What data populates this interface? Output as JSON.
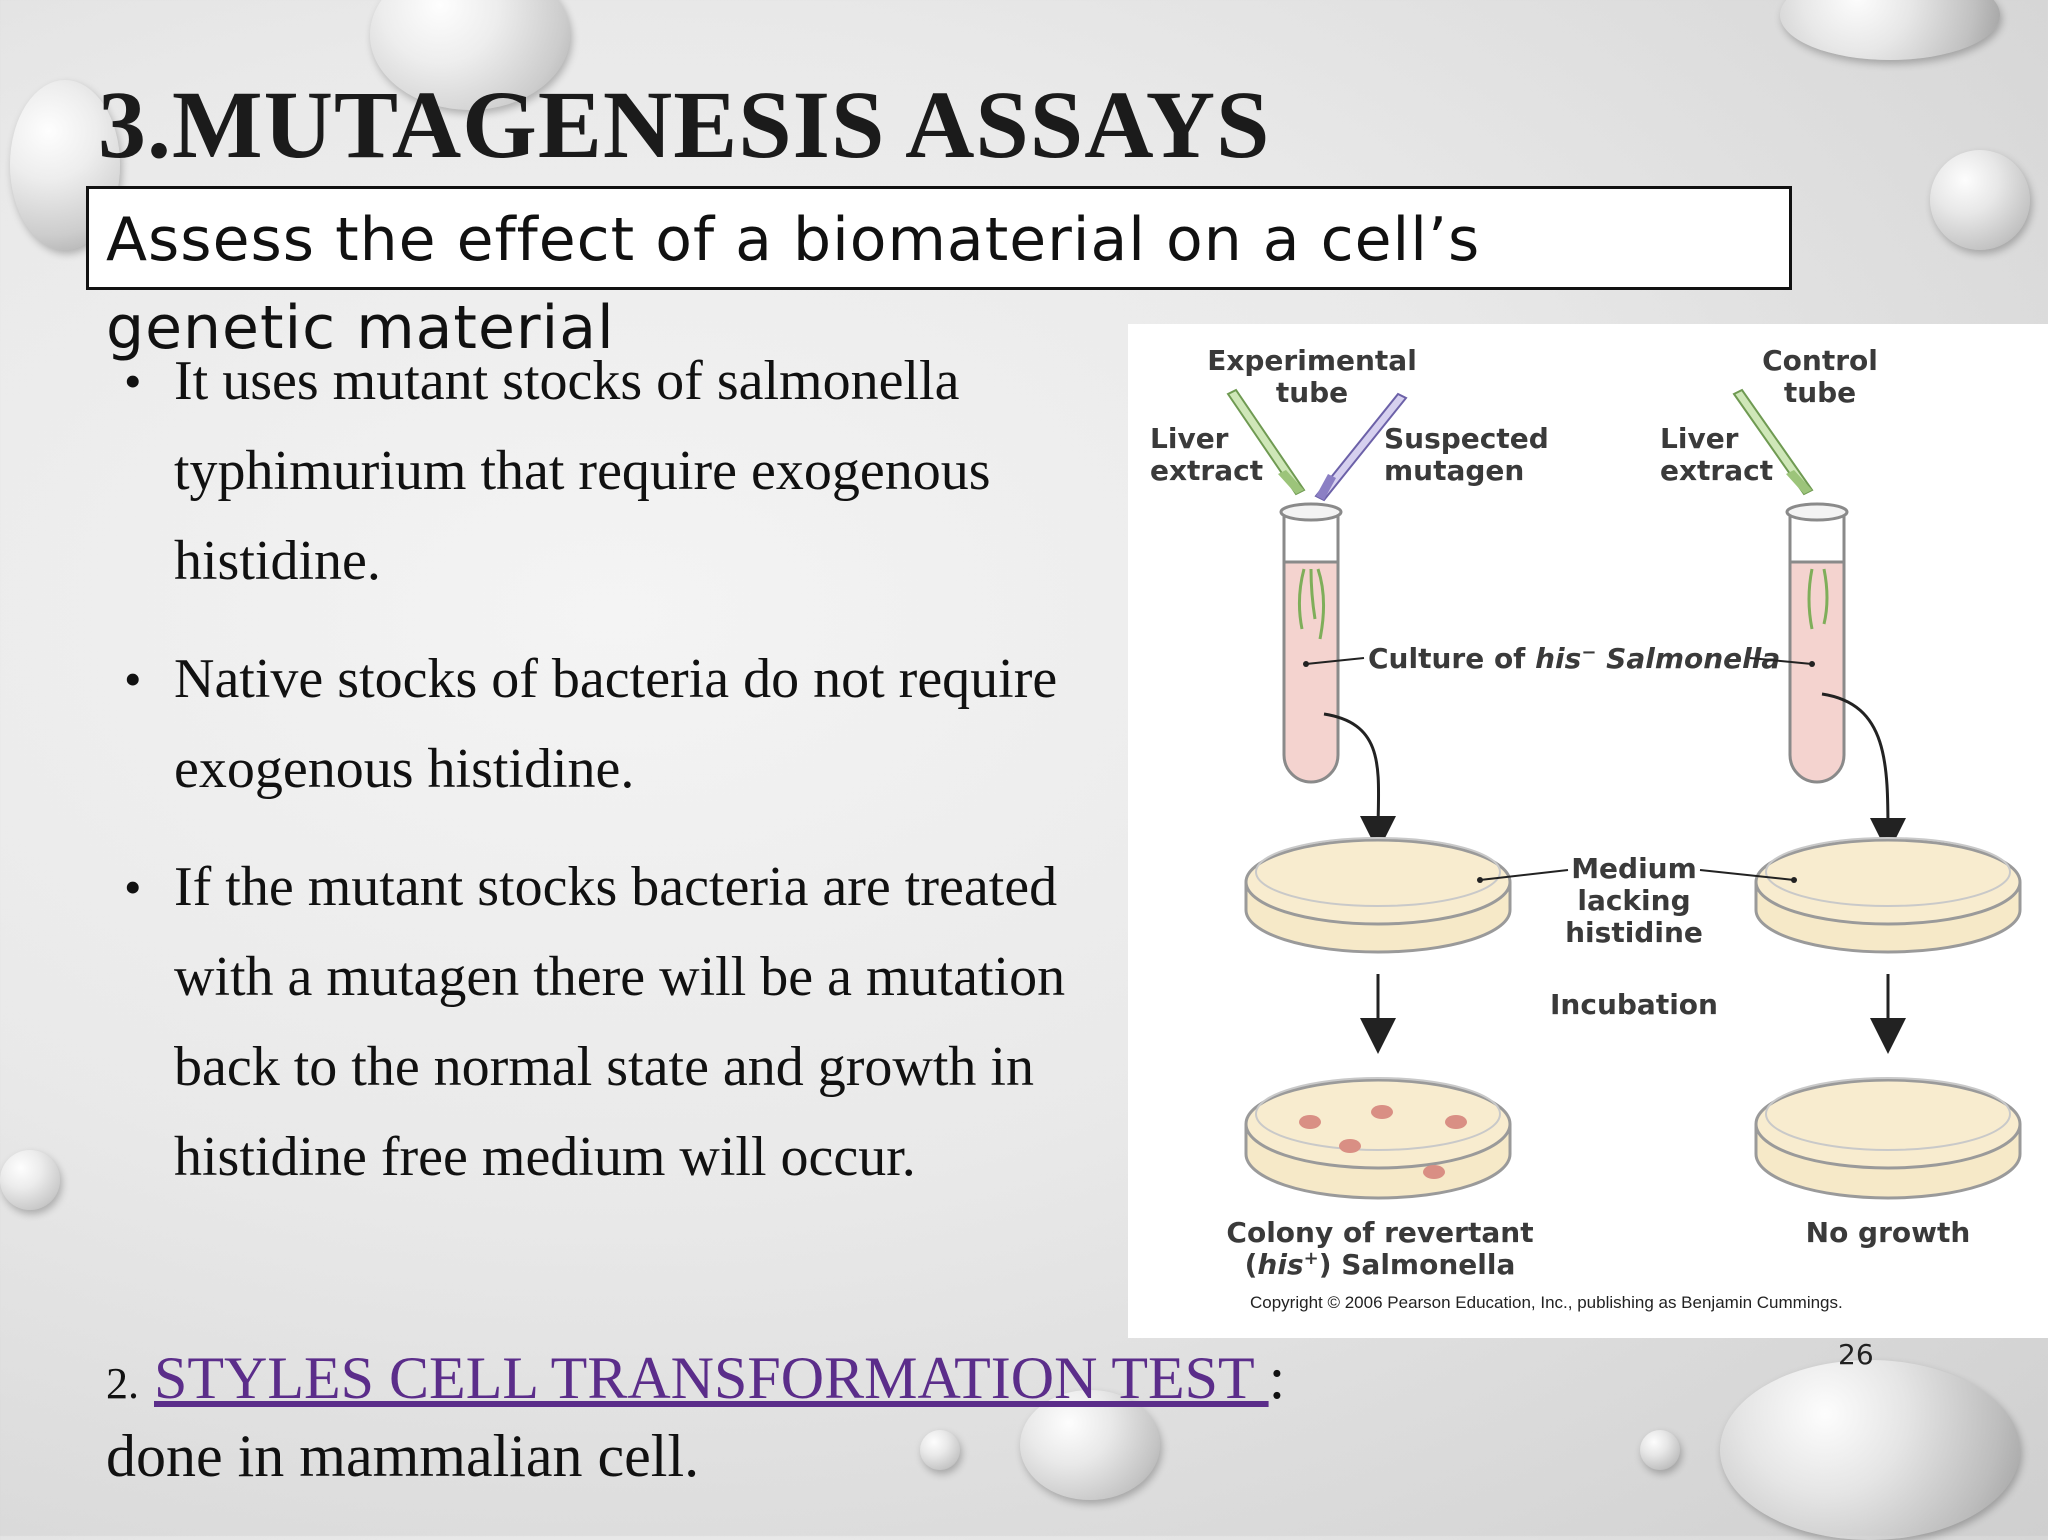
{
  "slide": {
    "title": "3.MUTAGENESIS ASSAYS",
    "subtitle": "Assess the effect of a biomaterial on a cell’s genetic material",
    "bullets": [
      "It uses mutant stocks of salmonella typhimurium that require exogenous histidine.",
      "Native stocks of bacteria do not require exogenous histidine.",
      "If the mutant stocks bacteria are treated with a mutagen there will be a mutation back to the normal state and growth in histidine free medium will occur."
    ],
    "footer": {
      "number": "2.",
      "link_text": "STYLES CELL TRANSFORMATION TEST ",
      "after_link": ":",
      "line2": "done in mammalian cell."
    },
    "page_number": "26"
  },
  "figure": {
    "experimental_tube_line1": "Experimental",
    "experimental_tube_line2": "tube",
    "control_tube_line1": "Control",
    "control_tube_line2": "tube",
    "liver_extract_line1": "Liver",
    "liver_extract_line2": "extract",
    "suspected_mutagen_line1": "Suspected",
    "suspected_mutagen_line2": "mutagen",
    "culture_label_prefix": "Culture of ",
    "culture_label_his": "his",
    "culture_label_sup": "−",
    "culture_label_suffix": " Salmonella",
    "medium_line1": "Medium",
    "medium_line2": "lacking",
    "medium_line3": "histidine",
    "incubation": "Incubation",
    "colony_line1": "Colony of revertant",
    "colony_line2_open": "(",
    "colony_line2_his": "his",
    "colony_line2_sup": "+",
    "colony_line2_rest": ") Salmonella",
    "no_growth": "No growth",
    "copyright": "Copyright © 2006 Pearson Education, Inc., publishing as Benjamin Cummings.",
    "colors": {
      "tube_liquid": "#f4d3cf",
      "dish_medium": "#f6e9c8",
      "colony": "#d98f84",
      "pipette_green": "#9cc47a",
      "pipette_purple": "#8b7fc4"
    }
  }
}
